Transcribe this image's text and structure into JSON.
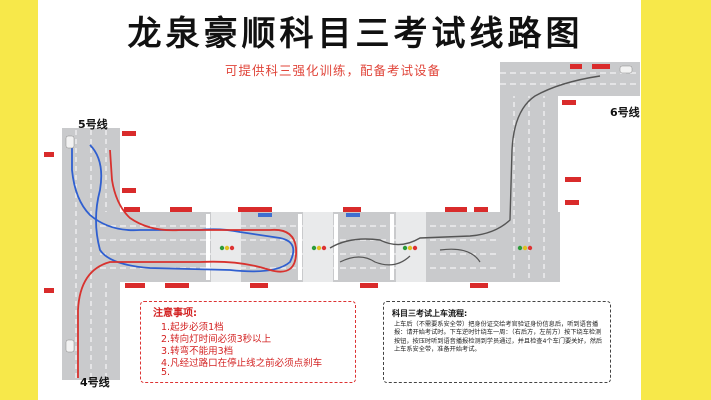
{
  "title": "龙泉豪顺科目三考试线路图",
  "subtitle": "可提供科三强化训练，配备考试设备",
  "line_labels": {
    "line5": "5号线",
    "line4": "4号线",
    "line6": "6号线"
  },
  "notes": {
    "title": "注意事项:",
    "items": [
      "1.起步必须1档",
      "2.转向灯时间必须3秒以上",
      "3.转弯不能用3档",
      "4.凡经过路口在停止线之前必须点刹车",
      "5."
    ]
  },
  "process": {
    "title": "科目三考试上车流程:",
    "text": "上车后（不需要系安全带）把身份证交给考官验证身份信息后，听到语音播报：请开始考试时。下车逆时针绕车一周：（右后方，左前方）按下绕车检测按钮，按压时听到语音播报检测到学员通过，并且检查4个车门要关好，然后上车系安全带，准备开始考试。"
  },
  "colors": {
    "route_red": "#d8322e",
    "route_blue": "#2f5fd0",
    "road": "#c9cacc",
    "lane": "#ffffff",
    "accent_yellow": "#f7e84a"
  }
}
